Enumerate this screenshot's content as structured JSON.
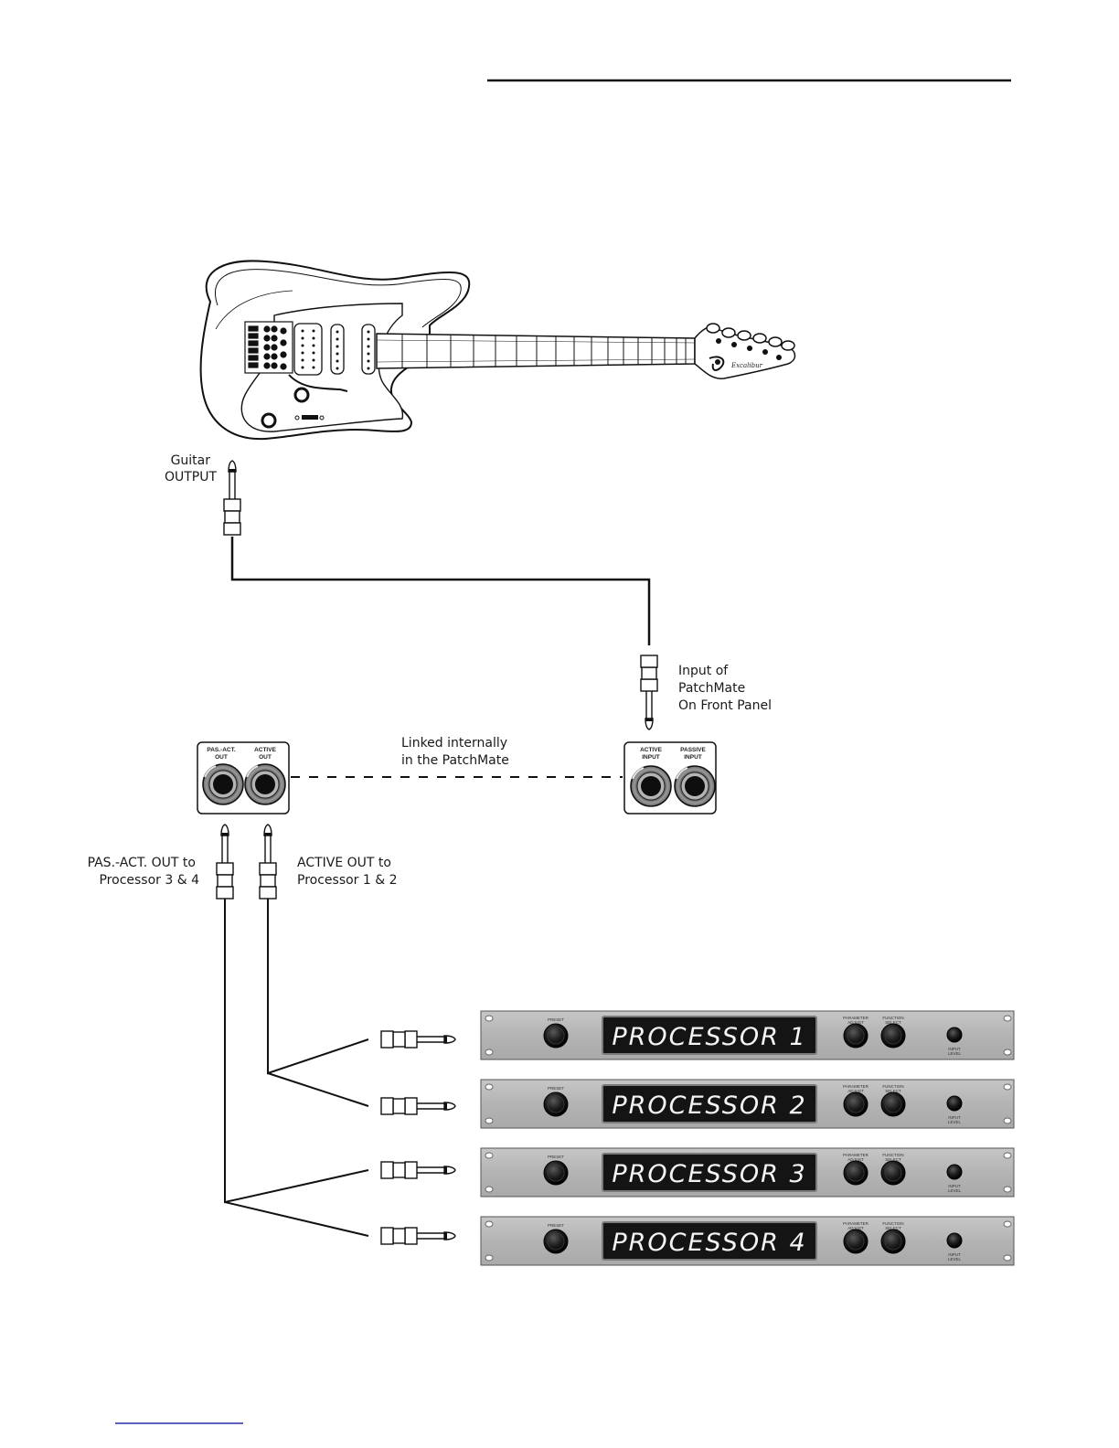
{
  "guitar": {
    "brand": "Excalibur",
    "output_label_line1": "Guitar",
    "output_label_line2": "OUTPUT"
  },
  "patchmate_input": {
    "label_line1": "Input of",
    "label_line2": "PatchMate",
    "label_line3": "On Front Panel",
    "active_jack_line1": "ACTIVE",
    "active_jack_line2": "INPUT",
    "passive_jack_line1": "PASSIVE",
    "passive_jack_line2": "INPUT"
  },
  "patchmate_output": {
    "pas_act_jack_line1": "PAS.-ACT.",
    "pas_act_jack_line2": "OUT",
    "active_jack_line1": "ACTIVE",
    "active_jack_line2": "OUT"
  },
  "link": {
    "label_line1": "Linked internally",
    "label_line2": "in the PatchMate"
  },
  "routing": {
    "pas_act_label_line1": "PAS.-ACT. OUT to",
    "pas_act_label_line2": "Processor 3 & 4",
    "active_label_line1": "ACTIVE OUT to",
    "active_label_line2": "Processor 1 & 2"
  },
  "processors": [
    {
      "display": "PROCESSOR 1"
    },
    {
      "display": "PROCESSOR 2"
    },
    {
      "display": "PROCESSOR 3"
    },
    {
      "display": "PROCESSOR 4"
    }
  ],
  "processor_controls": {
    "preset": "PRESET",
    "parameter_line1": "PARAMETER",
    "parameter_line2": "ADJUST",
    "function_line1": "FUNCTION",
    "function_line2": "SELECT",
    "input_line1": "INPUT",
    "input_line2": "LEVEL"
  },
  "colors": {
    "ink": "#1a1a1a",
    "rack_panel": "#b9b9b9",
    "lcd_background": "#141414",
    "footer_rule": "#2a2aa8"
  }
}
